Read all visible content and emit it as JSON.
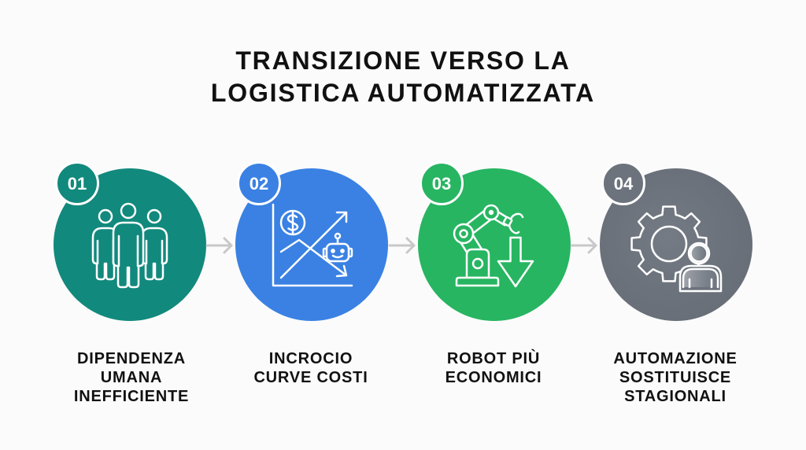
{
  "title": {
    "line1": "TRANSIZIONE VERSO LA",
    "line2": "LOGISTICA AUTOMATIZZATA"
  },
  "steps": [
    {
      "number": "01",
      "label_lines": [
        "DIPENDENZA",
        "UMANA",
        "INEFFICIENTE"
      ],
      "color": "#12897D",
      "icon": "people-group-icon"
    },
    {
      "number": "02",
      "label_lines": [
        "INCROCIO",
        "CURVE COSTI"
      ],
      "color": "#3A81E3",
      "icon": "cost-curves-chart-robot-icon"
    },
    {
      "number": "03",
      "label_lines": [
        "ROBOT PIÙ",
        "ECONOMICI"
      ],
      "color": "#27B561",
      "icon": "robot-arm-down-arrow-icon"
    },
    {
      "number": "04",
      "label_lines": [
        "AUTOMAZIONE",
        "SOSTITUISCE",
        "STAGIONALI"
      ],
      "color": "#6C737D",
      "icon": "gear-person-icon"
    }
  ],
  "connectors": {
    "icon": "arrow-right-icon",
    "color": "#C8C8C8",
    "count": 3
  },
  "colors": {
    "background": "#FBFBFB",
    "text": "#111111",
    "badge_border": "#FFFFFF",
    "icon_stroke": "#FFFFFF"
  }
}
